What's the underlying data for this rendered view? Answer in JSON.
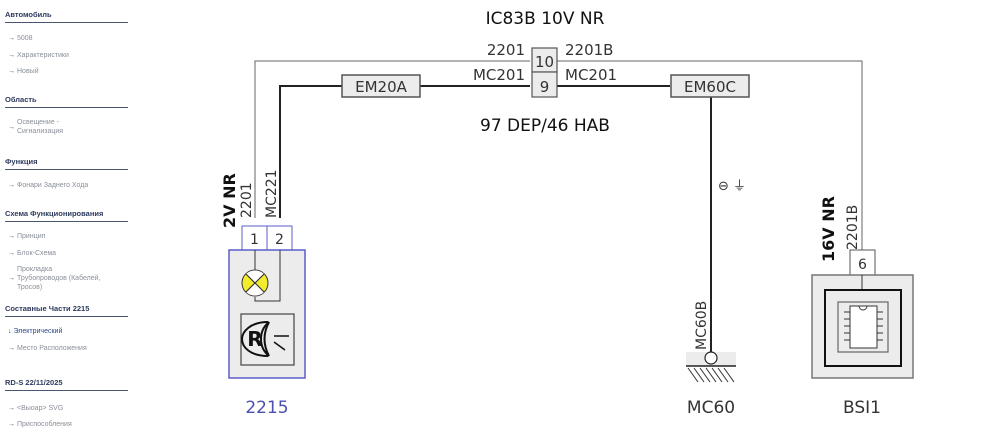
{
  "sidebar": {
    "sections": [
      {
        "title": "Автомобиль",
        "items": [
          "5008",
          "Характеристики",
          "Новый"
        ]
      },
      {
        "title": "Область",
        "items": [
          "Освещение -",
          "Сигнализация"
        ]
      },
      {
        "title": "Функция",
        "items": [
          "Фонари Заднего Хода"
        ]
      },
      {
        "title": "Схема Функционирования",
        "items": [
          "Принцип",
          "Блок-Схема",
          "Прокладка",
          "Трубопроводов (Кабелей,",
          "Тросов)"
        ]
      },
      {
        "title": "Составные Части 2215",
        "items": [
          "Электрический",
          "Место Расположения"
        ]
      },
      {
        "title": "RD-S 22/11/2025",
        "items": [
          "<Выоар> SVG",
          "Приспособления"
        ]
      }
    ],
    "arrow": "→",
    "active_arrow": "↓"
  },
  "diagram": {
    "top_label": "IC83B   10V  NR",
    "wire_top_left": "2201",
    "wire_top_right": "2201B",
    "wire_mid_left": "MC201",
    "wire_mid_right": "MC201",
    "pin_10": "10",
    "pin_9": "9",
    "conn_em20a": "EM20A",
    "conn_em60c": "EM60C",
    "harness_label": "97 DEP/46 HAB",
    "left_connector": {
      "voltage": "2V  NR",
      "wire1": "2201",
      "wire2": "MC221",
      "pin1": "1",
      "pin2": "2"
    },
    "lamp_symbol": "R",
    "component_2215": "2215",
    "ground_symbol": "⊖ ⏚",
    "ground_wire": "MC60B",
    "ground_label": "MC60",
    "bsi": {
      "voltage": "16V  NR",
      "wire": "2201B",
      "pin": "6",
      "label": "BSI1"
    },
    "colors": {
      "accent": "#5b5fc7",
      "lamp": "#f3ec2c",
      "box_fill": "#ececec",
      "line": "#222222"
    }
  }
}
